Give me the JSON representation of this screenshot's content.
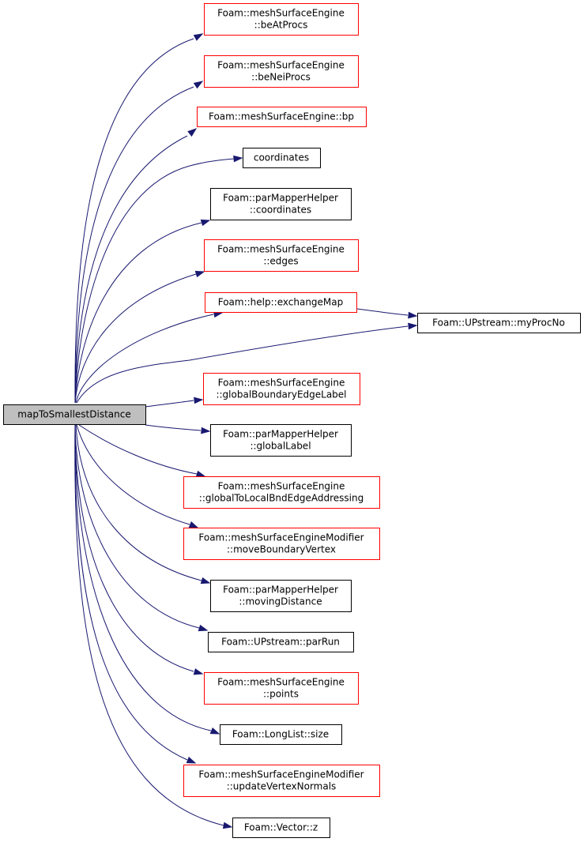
{
  "graph": {
    "edge_color": "#191970",
    "root": {
      "id": "root",
      "label_lines": [
        "mapToSmallestDistance"
      ],
      "style": "root"
    },
    "nodes": [
      {
        "id": "beAtProcs",
        "label_lines": [
          "Foam::meshSurfaceEngine",
          "::beAtProcs"
        ],
        "style": "red"
      },
      {
        "id": "beNeiProcs",
        "label_lines": [
          "Foam::meshSurfaceEngine",
          "::beNeiProcs"
        ],
        "style": "red"
      },
      {
        "id": "bp",
        "label_lines": [
          "Foam::meshSurfaceEngine::bp"
        ],
        "style": "red"
      },
      {
        "id": "coordinates",
        "label_lines": [
          "coordinates"
        ],
        "style": "black"
      },
      {
        "id": "pmhCoordinates",
        "label_lines": [
          "Foam::parMapperHelper",
          "::coordinates"
        ],
        "style": "black"
      },
      {
        "id": "edges",
        "label_lines": [
          "Foam::meshSurfaceEngine",
          "::edges"
        ],
        "style": "red"
      },
      {
        "id": "exchangeMap",
        "label_lines": [
          "Foam::help::exchangeMap"
        ],
        "style": "red"
      },
      {
        "id": "myProcNo",
        "label_lines": [
          "Foam::UPstream::myProcNo"
        ],
        "style": "black"
      },
      {
        "id": "globalBoundaryEdgeLabel",
        "label_lines": [
          "Foam::meshSurfaceEngine",
          "::globalBoundaryEdgeLabel"
        ],
        "style": "red"
      },
      {
        "id": "globalLabel",
        "label_lines": [
          "Foam::parMapperHelper",
          "::globalLabel"
        ],
        "style": "black"
      },
      {
        "id": "globalToLocal",
        "label_lines": [
          "Foam::meshSurfaceEngine",
          "::globalToLocalBndEdgeAddressing"
        ],
        "style": "red"
      },
      {
        "id": "moveBoundaryVertex",
        "label_lines": [
          "Foam::meshSurfaceEngineModifier",
          "::moveBoundaryVertex"
        ],
        "style": "red"
      },
      {
        "id": "movingDistance",
        "label_lines": [
          "Foam::parMapperHelper",
          "::movingDistance"
        ],
        "style": "black"
      },
      {
        "id": "parRun",
        "label_lines": [
          "Foam::UPstream::parRun"
        ],
        "style": "black"
      },
      {
        "id": "points",
        "label_lines": [
          "Foam::meshSurfaceEngine",
          "::points"
        ],
        "style": "red"
      },
      {
        "id": "size",
        "label_lines": [
          "Foam::LongList::size"
        ],
        "style": "black"
      },
      {
        "id": "updateVertexNormals",
        "label_lines": [
          "Foam::meshSurfaceEngineModifier",
          "::updateVertexNormals"
        ],
        "style": "red"
      },
      {
        "id": "vectorZ",
        "label_lines": [
          "Foam::Vector::z"
        ],
        "style": "black"
      }
    ],
    "edges": [
      {
        "from": "root",
        "to": "beAtProcs"
      },
      {
        "from": "root",
        "to": "beNeiProcs"
      },
      {
        "from": "root",
        "to": "bp"
      },
      {
        "from": "root",
        "to": "coordinates"
      },
      {
        "from": "root",
        "to": "pmhCoordinates"
      },
      {
        "from": "root",
        "to": "edges"
      },
      {
        "from": "root",
        "to": "exchangeMap"
      },
      {
        "from": "root",
        "to": "myProcNo"
      },
      {
        "from": "exchangeMap",
        "to": "myProcNo"
      },
      {
        "from": "root",
        "to": "globalBoundaryEdgeLabel"
      },
      {
        "from": "root",
        "to": "globalLabel"
      },
      {
        "from": "root",
        "to": "globalToLocal"
      },
      {
        "from": "root",
        "to": "moveBoundaryVertex"
      },
      {
        "from": "root",
        "to": "movingDistance"
      },
      {
        "from": "root",
        "to": "parRun"
      },
      {
        "from": "root",
        "to": "points"
      },
      {
        "from": "root",
        "to": "size"
      },
      {
        "from": "root",
        "to": "updateVertexNormals"
      },
      {
        "from": "root",
        "to": "vectorZ"
      }
    ]
  }
}
